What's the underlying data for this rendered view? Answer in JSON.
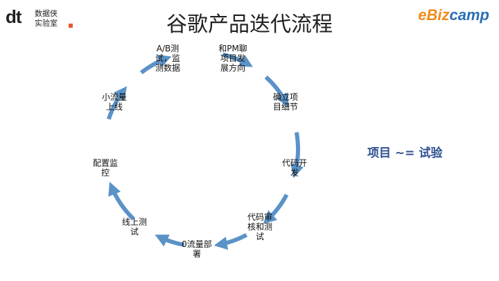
{
  "header": {
    "title": "谷歌产品迭代流程",
    "logo_left_mark": "dt",
    "logo_left_line1": "数据侠",
    "logo_left_line2": "实验室",
    "logo_right_prefix": "eBiz",
    "logo_right_suffix": "camp"
  },
  "cycle": {
    "steps": [
      "A/B测\n试，监\n测数据",
      "和PM聊\n项目发\n展方向",
      "确立项\n目细节",
      "代码开\n发",
      "代码审\n核和测\n试",
      "0流量部\n署",
      "线上测\n试",
      "配置监\n控",
      "小流量\n上线"
    ],
    "arrow_color": "#5b93c8"
  },
  "note": "项目 ~= 试验"
}
